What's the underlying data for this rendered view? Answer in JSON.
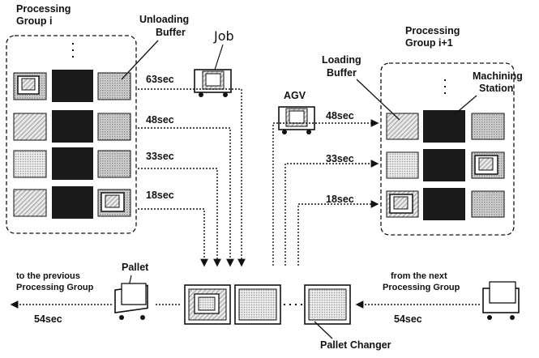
{
  "groups": {
    "left_title": "Processing\nGroup   i",
    "right_title": "Processing\nGroup   i+1"
  },
  "labels": {
    "unloading_buffer": "Unloading\nBuffer",
    "job": "Job",
    "agv": "AGV",
    "loading_buffer": "Loading\nBuffer",
    "machining_station": "Machining\nStation",
    "pallet": "Pallet",
    "pallet_changer": "Pallet Changer",
    "to_previous": "to the previous\nProcessing Group",
    "from_next": "from the next\nProcessing Group"
  },
  "times": {
    "left": [
      "63sec",
      "48sec",
      "33sec",
      "18sec"
    ],
    "right": [
      "48sec",
      "33sec",
      "18sec"
    ],
    "bottom_left": "54sec",
    "bottom_right": "54sec"
  },
  "colors": {
    "ink": "#111111",
    "machine": "#1a1a1a",
    "hatch": "#9a9a9a",
    "dots": "#b5b5b5"
  }
}
